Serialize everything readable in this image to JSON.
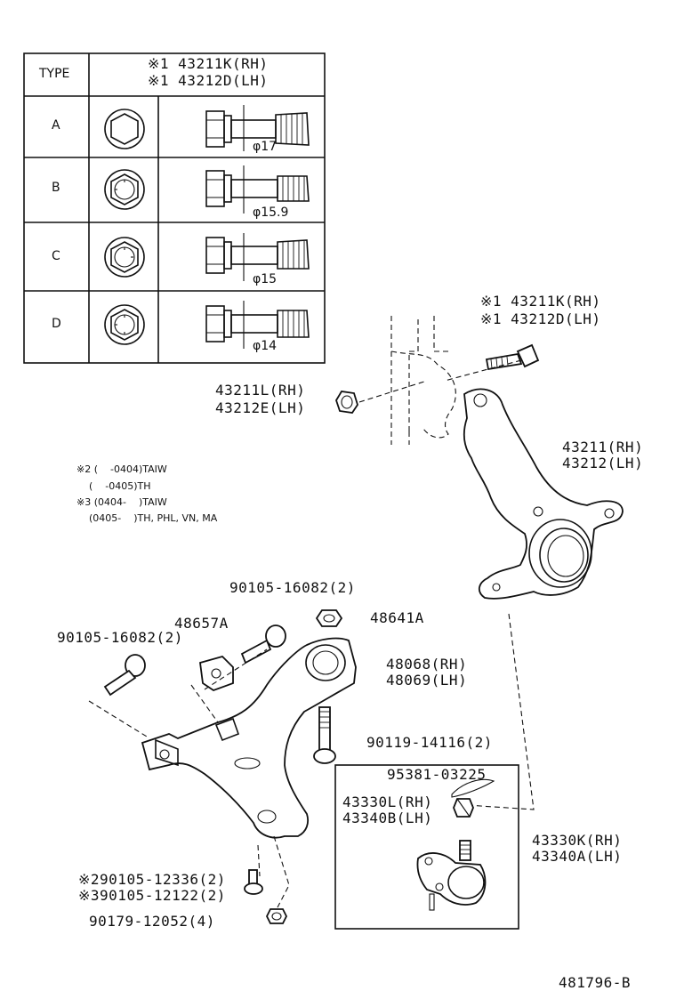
{
  "table": {
    "type_header": "TYPE",
    "header_line1": "※1 43211K(RH)",
    "header_line2": "※1 43212D(LH)",
    "rows": [
      {
        "type": "A",
        "dia": "φ17"
      },
      {
        "type": "B",
        "dia": "φ15.9"
      },
      {
        "type": "C",
        "dia": "φ15"
      },
      {
        "type": "D",
        "dia": "φ14"
      }
    ]
  },
  "notes": {
    "line1": "※2 (    -0404)TAIW",
    "line2": "    (    -0405)TH",
    "line3": "※3 (0404-    )TAIW",
    "line4": "    (0405-    )TH, PHL, VN, MA"
  },
  "labels": {
    "bolt_top_1": "※1 43211K(RH)",
    "bolt_top_2": "※1 43212D(LH)",
    "nut_1": "43211L(RH)",
    "nut_2": "43212E(LH)",
    "knuckle_1": "43211(RH)",
    "knuckle_2": "43212(LH)",
    "bolt_a": "90105-16082(2)",
    "bolt_b": "90105-16082(2)",
    "bracket": "48657A",
    "nut_c": "48641A",
    "arm_1": "48068(RH)",
    "arm_2": "48069(LH)",
    "bolt_d": "90119-14116(2)",
    "cotter": "95381-03225",
    "bj_nut_1": "43330L(RH)",
    "bj_nut_2": "43340B(LH)",
    "bj_1": "43330K(RH)",
    "bj_2": "43340A(LH)",
    "bolt_e": "※290105-12336(2)",
    "bolt_f": "※390105-12122(2)",
    "nut_g": "90179-12052(4)",
    "diagram_no": "481796-B"
  }
}
